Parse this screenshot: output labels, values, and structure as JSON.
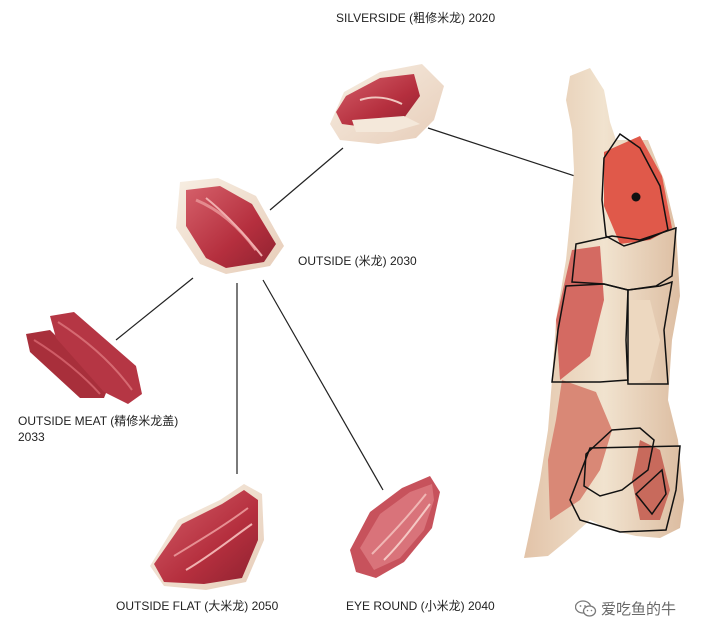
{
  "labels": {
    "silverside": "SILVERSIDE (粗修米龙) 2020",
    "outside": "OUTSIDE (米龙) 2030",
    "outside_meat_line1": "OUTSIDE MEAT (精修米龙盖)",
    "outside_meat_line2": "2033",
    "outside_flat": "OUTSIDE FLAT (大米龙) 2050",
    "eye_round": "EYE ROUND (小米龙) 2040"
  },
  "watermark": {
    "icon": "wechat-icon",
    "text": "爱吃鱼的牛"
  },
  "colors": {
    "meat_red": "#b8323f",
    "meat_light": "#e6a79b",
    "fat": "#f3e9da",
    "carcass": "#ead6bf",
    "highlight": "#e05a4a",
    "line": "#222222"
  }
}
